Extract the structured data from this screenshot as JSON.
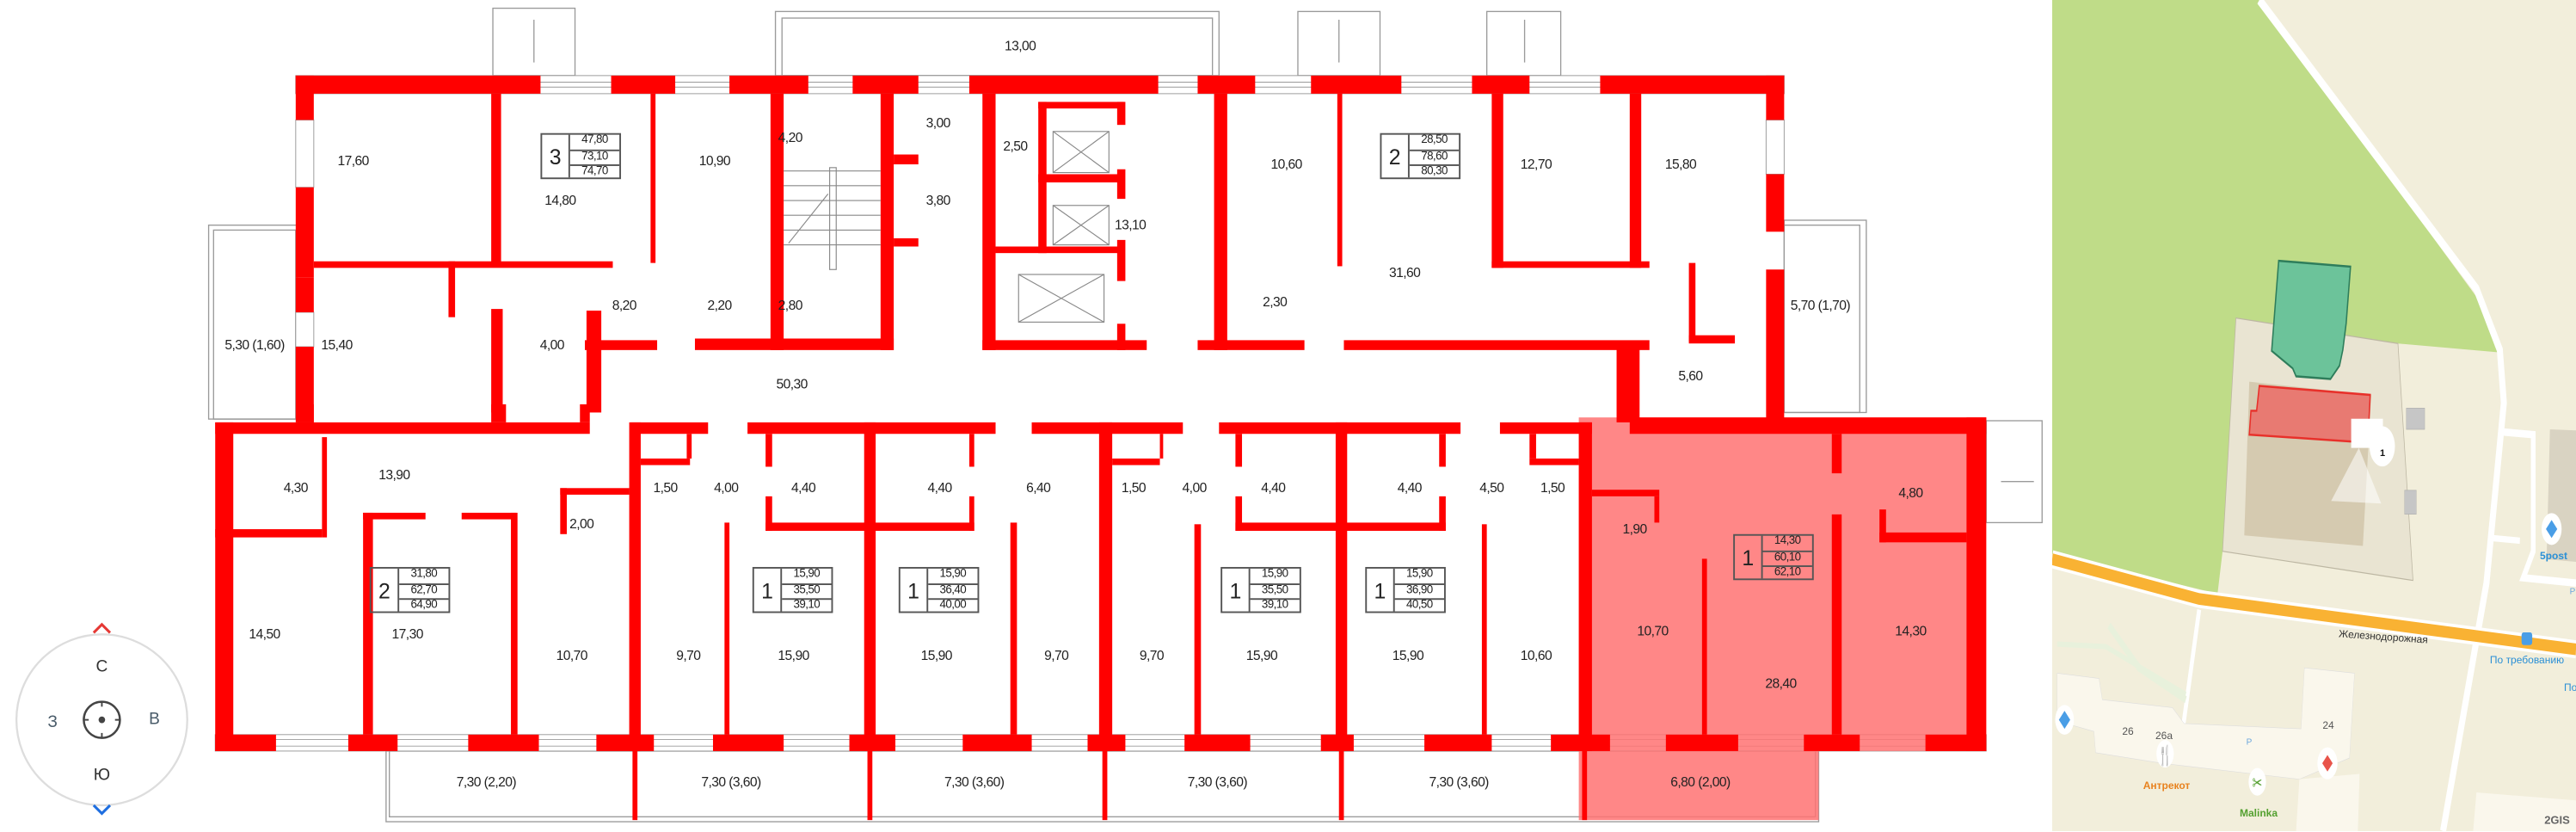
{
  "floor_plan": {
    "rooms": [
      "13,00",
      "17,60",
      "14,80",
      "10,90",
      "4,20",
      "3,00",
      "2,50",
      "3,80",
      "13,10",
      "10,60",
      "12,70",
      "15,80",
      "31,60",
      "8,20",
      "2,20",
      "2,80",
      "2,30",
      "5,70 (1,70)",
      "5,30 (1,60)",
      "15,40",
      "4,00",
      "5,60",
      "50,30",
      "13,90",
      "4,30",
      "1,50",
      "4,00",
      "4,40",
      "4,40",
      "6,40",
      "1,50",
      "4,00",
      "4,40",
      "4,40",
      "4,50",
      "1,50",
      "4,80",
      "2,00",
      "1,90",
      "14,50",
      "17,30",
      "10,70",
      "9,70",
      "15,90",
      "15,90",
      "9,70",
      "9,70",
      "15,90",
      "15,90",
      "10,60",
      "10,70",
      "28,40",
      "14,30"
    ],
    "balconies": [
      "7,30 (2,20)",
      "7,30 (3,60)",
      "7,30 (3,60)",
      "7,30 (3,60)",
      "7,30 (3,60)",
      "6,80 (2,00)"
    ],
    "apartments": [
      {
        "rooms": "3",
        "living": "47,80",
        "total": "73,10",
        "total_with_balcony": "74,70"
      },
      {
        "rooms": "2",
        "living": "28,50",
        "total": "78,60",
        "total_with_balcony": "80,30"
      },
      {
        "rooms": "2",
        "living": "31,80",
        "total": "62,70",
        "total_with_balcony": "64,90"
      },
      {
        "rooms": "1",
        "living": "15,90",
        "total": "35,50",
        "total_with_balcony": "39,10"
      },
      {
        "rooms": "1",
        "living": "15,90",
        "total": "36,40",
        "total_with_balcony": "40,00"
      },
      {
        "rooms": "1",
        "living": "15,90",
        "total": "35,50",
        "total_with_balcony": "39,10"
      },
      {
        "rooms": "1",
        "living": "15,90",
        "total": "36,90",
        "total_with_balcony": "40,50"
      },
      {
        "rooms": "1",
        "living": "14,30",
        "total": "60,10",
        "total_with_balcony": "62,10",
        "selected": true
      }
    ],
    "colors": {
      "wall": "#ff0000",
      "selected_fill": "#ff7272"
    }
  },
  "compass": {
    "north": "С",
    "south": "Ю",
    "west": "З",
    "east": "В",
    "up_arrow_color": "#e53935",
    "down_arrow_color": "#1e6ee0"
  },
  "map": {
    "street": "Железнодорожная",
    "bus_stop_1": "По требованию",
    "bus_stop_2": "По тре",
    "poi_5post": "5post",
    "house_26": "26",
    "house_26a": "26а",
    "house_24": "24",
    "poi_restaurant": "Антрекот",
    "poi_salon": "Malinka",
    "entrance_marker": "1",
    "parking_1": "P",
    "parking_2": "P",
    "brand": "2GIS",
    "colors": {
      "green_zone": "#bfdc88",
      "building_selected": "#e87a72",
      "building_other": "#6cc39a",
      "road_main": "#f9b233"
    }
  }
}
